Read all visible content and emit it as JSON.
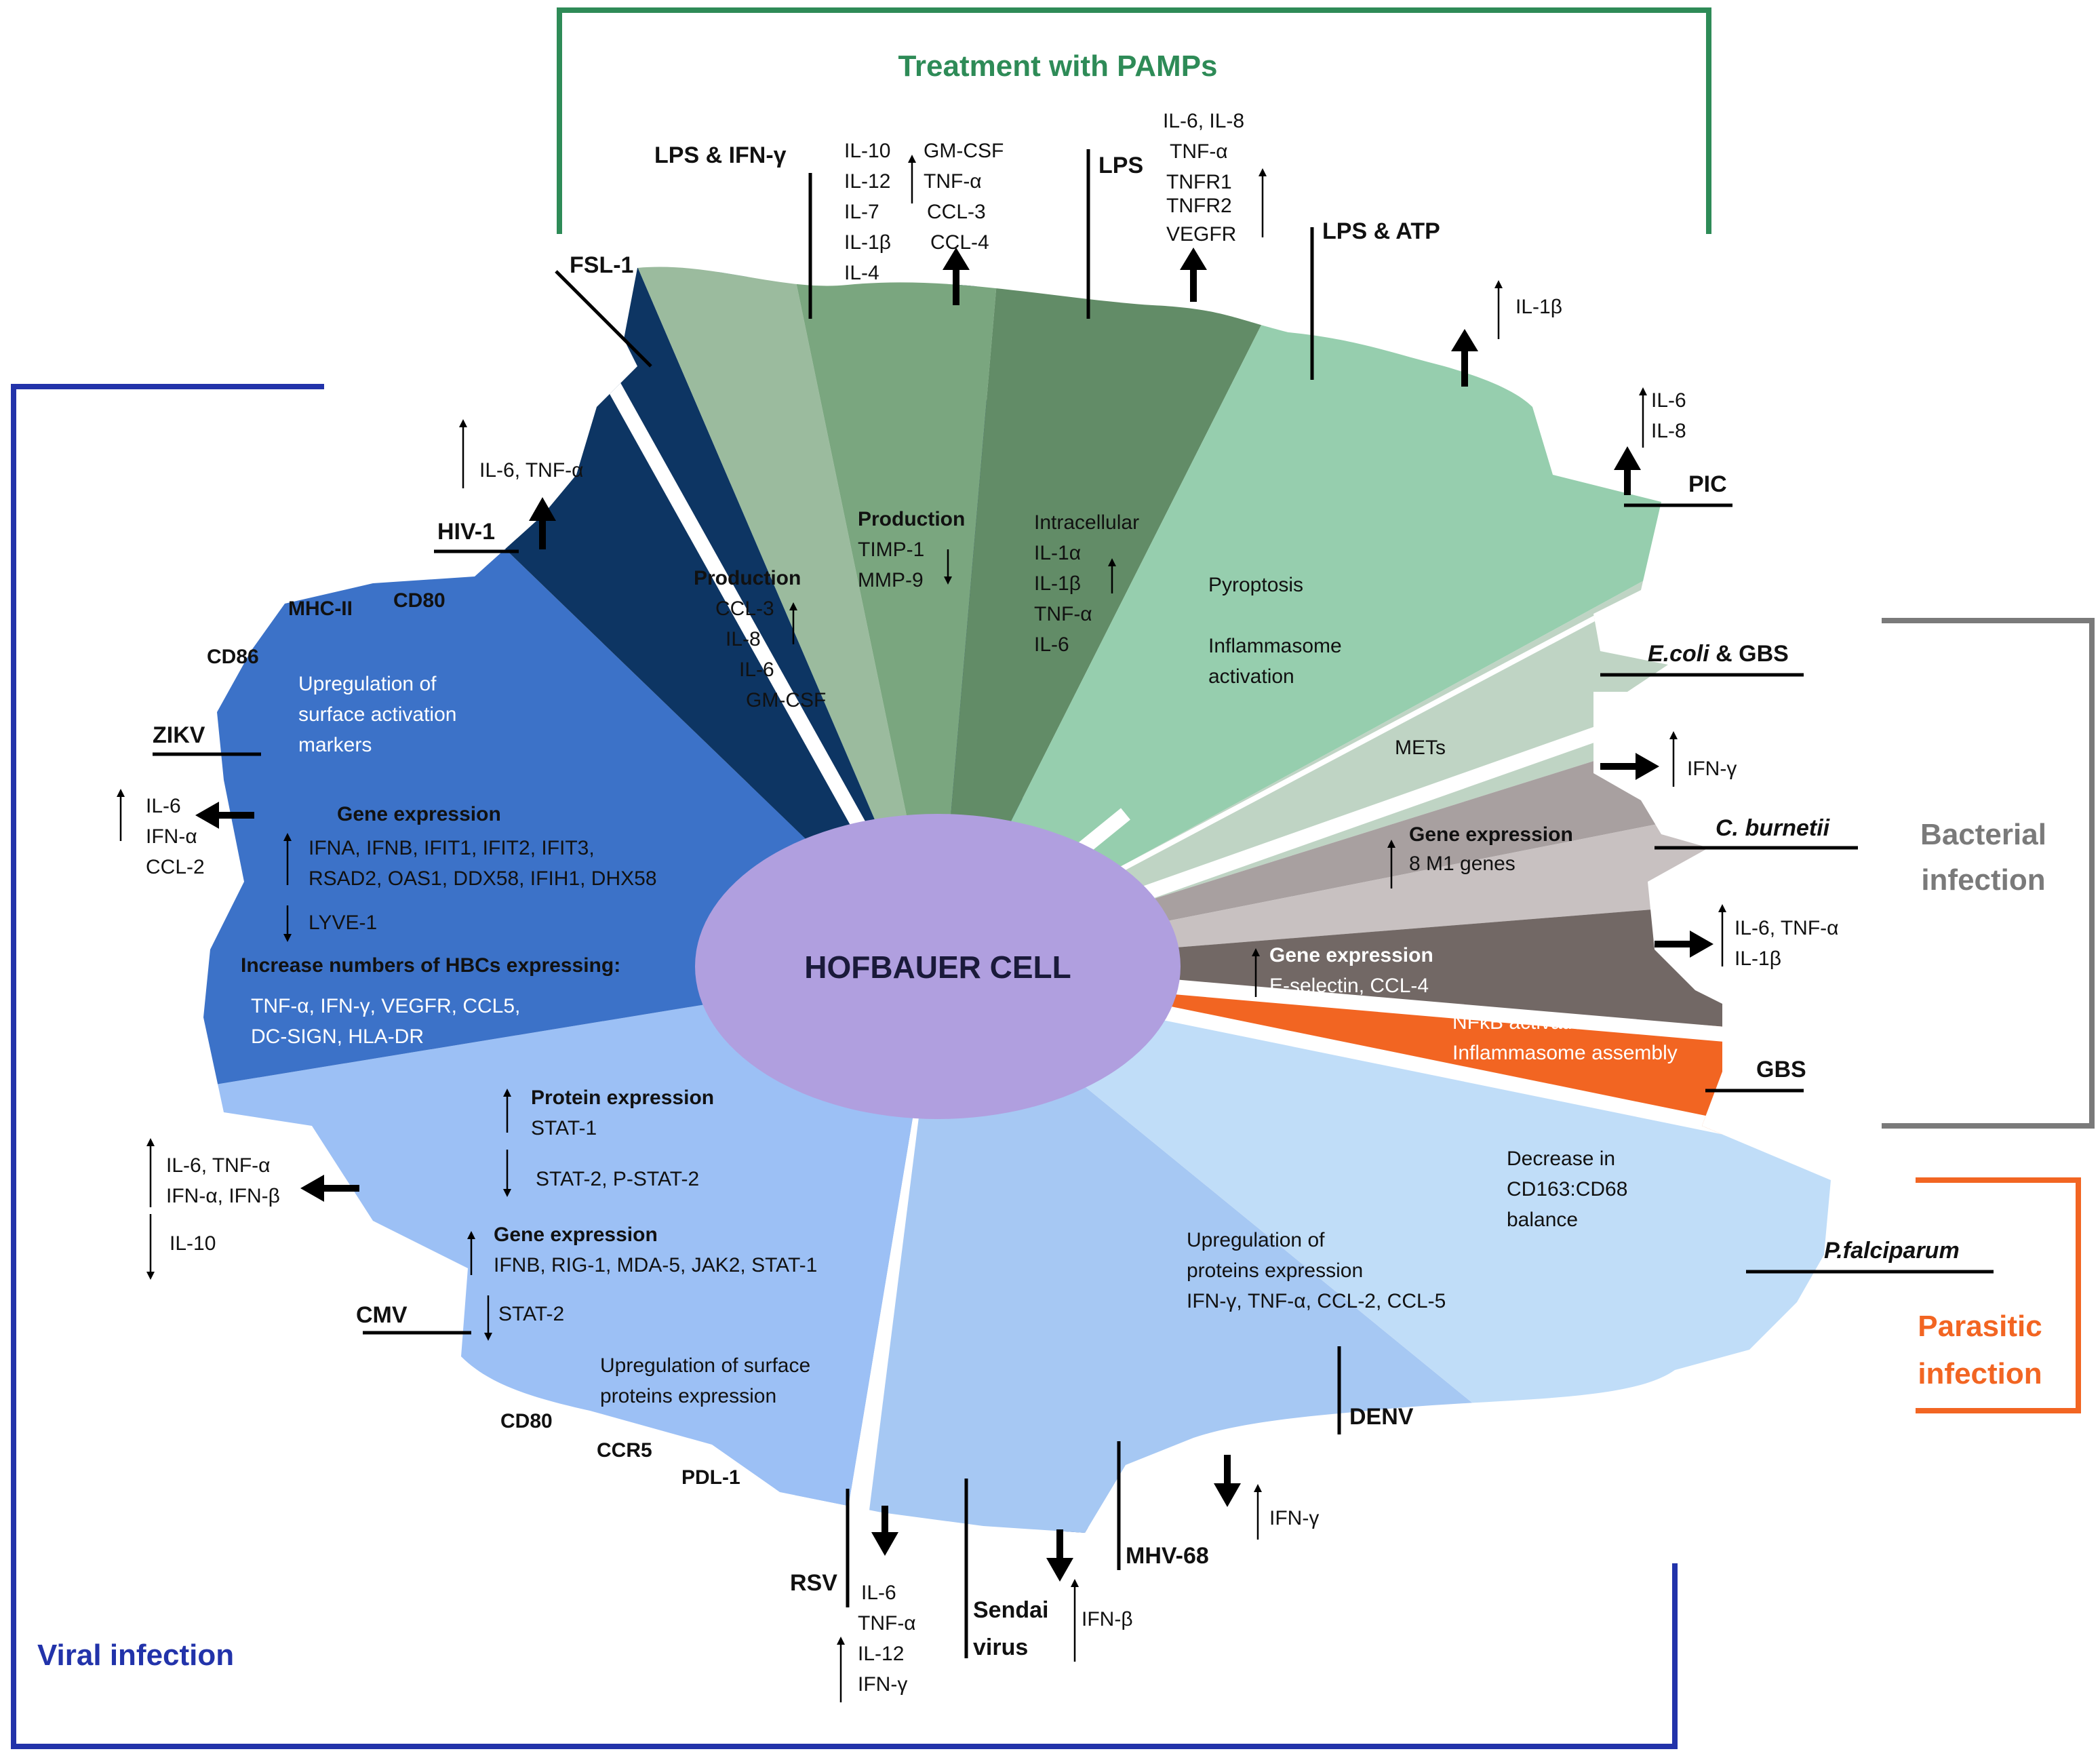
{
  "center": "HOFBAUER CELL",
  "groups": {
    "pamps": "Treatment with PAMPs",
    "bacterial": [
      "Bacterial",
      "infection"
    ],
    "parasitic": [
      "Parasitic",
      "infection"
    ],
    "viral": "Viral infection"
  },
  "colors": {
    "pamps": "#2e8b57",
    "bacterial": "#7a7a7a",
    "parasitic": "#f26522",
    "viral": "#2233aa",
    "center": "#b09fdf"
  },
  "arrows": {
    "up": "↑",
    "down": "↓"
  },
  "stimuli": {
    "fsl1": "FSL-1",
    "lps_ifng": "LPS & IFN-γ",
    "lps": "LPS",
    "lps_atp": "LPS & ATP",
    "pic": "PIC",
    "ecoli_gbs": [
      "E.coli",
      " & GBS"
    ],
    "cburnetii": "C. burnetii",
    "gbs": "GBS",
    "pfalciparum": "P.falciparum",
    "denv": "DENV",
    "mhv68": "MHV-68",
    "sendai": [
      "Sendai",
      "virus"
    ],
    "rsv": "RSV",
    "cmv": "CMV",
    "zikv": "ZIKV",
    "hiv1": "HIV-1"
  },
  "outer": {
    "lps_ifng_left": [
      "IL-10",
      "IL-12",
      "IL-7",
      "IL-1β",
      "IL-4"
    ],
    "lps_ifng_right": [
      "GM-CSF",
      "TNF-α",
      "CCL-3",
      "CCL-4"
    ],
    "lps": [
      "IL-6, IL-8",
      "TNF-α",
      "TNFR1",
      "TNFR2",
      "VEGFR"
    ],
    "lps_atp": "IL-1β",
    "pic": [
      "IL-6",
      "IL-8"
    ],
    "ecoli_gbs": "IFN-γ",
    "gbs": [
      "IL-6, TNF-α",
      "IL-1β"
    ],
    "mhv68": "IFN-γ",
    "sendai": "IFN-β",
    "rsv": [
      "IL-6",
      "TNF-α",
      "IL-12",
      "IFN-γ"
    ],
    "cmv_up": [
      "IL-6, TNF-α",
      "IFN-α, IFN-β"
    ],
    "cmv_down": "IL-10",
    "zikv": [
      "IL-6",
      "IFN-α",
      "CCL-2"
    ],
    "hiv1": "IL-6, TNF-α"
  },
  "markers": {
    "mhcii": "MHC-II",
    "cd80_top": "CD80",
    "cd86": "CD86",
    "cd80_bottom": "CD80",
    "ccr5": "CCR5",
    "pdl1": "PDL-1"
  },
  "sectors": {
    "fsl1": [
      "Production",
      "CCL-3",
      "IL-8",
      "IL-6",
      "GM-CSF"
    ],
    "lps_ifng": [
      "Production",
      "TIMP-1",
      "MMP-9"
    ],
    "lps": [
      "Intracellular",
      "IL-1α",
      "IL-1β",
      "TNF-α",
      "IL-6"
    ],
    "lps_atp": [
      "Pyroptosis",
      "Inflammasome",
      "activation"
    ],
    "ecoli_gbs": "METs",
    "cburnetii": [
      "Gene expression",
      "8 M1 genes"
    ],
    "gbs": [
      "Gene expression",
      "E-selectin, CCL-4",
      "NFκB activation",
      "Inflammasome assembly"
    ],
    "pfalciparum": [
      "Decrease in",
      "CD163:CD68",
      "balance"
    ],
    "denv": [
      "Upregulation of",
      "proteins expression",
      "IFN-γ, TNF-α, CCL-2, CCL-5"
    ],
    "cmv": {
      "protein_title": "Protein expression",
      "protein_up": "STAT-1",
      "protein_down": "STAT-2, P-STAT-2",
      "gene_title": "Gene expression",
      "gene_up": "IFNB, RIG-1, MDA-5, JAK2, STAT-1",
      "gene_down": "STAT-2",
      "surface": [
        "Upregulation of surface",
        "proteins expression"
      ]
    },
    "zikv": {
      "surface": [
        "Upregulation of",
        "surface activation",
        "markers"
      ],
      "gene_title": "Gene expression",
      "gene_up": [
        "IFNA, IFNB, IFIT1, IFIT2, IFIT3,",
        "RSAD2, OAS1, DDX58, IFIH1, DHX58"
      ],
      "gene_down": "LYVE-1",
      "increase_title": "Increase numbers of HBCs expressing:",
      "increase": [
        "TNF-α, IFN-γ, VEGFR, CCL5,",
        "DC-SIGN, HLA-DR"
      ]
    }
  }
}
